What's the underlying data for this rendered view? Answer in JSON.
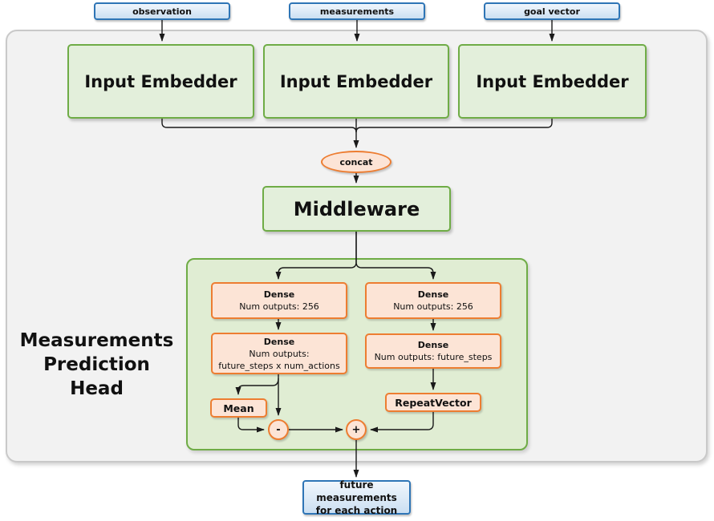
{
  "diagram": {
    "inputs": [
      {
        "label": "observation"
      },
      {
        "label": "measurements"
      },
      {
        "label": "goal vector"
      }
    ],
    "embedders": [
      {
        "label": "Input Embedder"
      },
      {
        "label": "Input Embedder"
      },
      {
        "label": "Input Embedder"
      }
    ],
    "concat_label": "concat",
    "middleware_label": "Middleware",
    "head": {
      "title_line1": "Measurements",
      "title_line2": "Prediction Head",
      "dense_left_1": {
        "title": "Dense",
        "line1": "Num outputs: 256"
      },
      "dense_left_2": {
        "title": "Dense",
        "line1": "Num outputs:",
        "line2": "future_steps x num_actions"
      },
      "dense_right_1": {
        "title": "Dense",
        "line1": "Num outputs: 256"
      },
      "dense_right_2": {
        "title": "Dense",
        "line1": "Num outputs: future_steps"
      },
      "mean_label": "Mean",
      "repeat_vector_label": "RepeatVector",
      "minus_label": "-",
      "plus_label": "+"
    },
    "output": {
      "line1": "future measurements",
      "line2": "for each action"
    },
    "colors": {
      "blue_border": "#2E75B6",
      "blue_fill": "#DDEBF7",
      "green_border": "#6FAC46",
      "green_fill": "#E3EFDB",
      "orange_border": "#ED7D31",
      "orange_fill": "#FCE4D6",
      "container_fill": "#F2F2F2",
      "container_border": "#C9C9C9",
      "wire": "#1a1a1a"
    }
  }
}
